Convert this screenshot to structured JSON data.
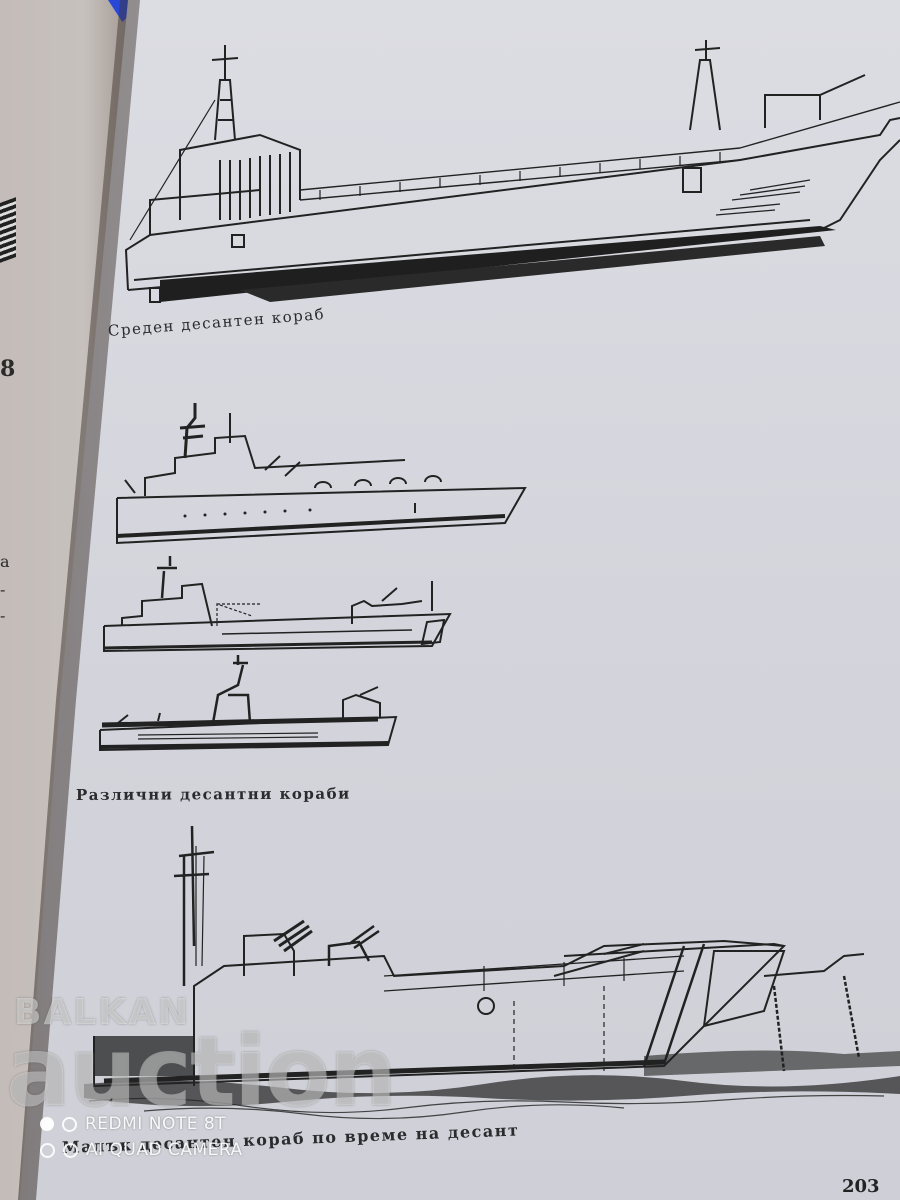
{
  "left_page": {
    "fragments": [
      "а",
      "-",
      "-",
      "8"
    ]
  },
  "right_page": {
    "figures": [
      {
        "id": "medium-landing-ship",
        "caption": "Среден десантен кораб"
      },
      {
        "id": "various-landing-ships",
        "caption": "Различни десантни кораби",
        "count": 3
      },
      {
        "id": "small-landing-ship",
        "caption": "Малък десантен кораб по време на  десант"
      }
    ],
    "page_number": "203"
  },
  "overlays": {
    "watermark_brand": "BALKAN",
    "watermark_big": "auction",
    "camera_line1": "REDMI NOTE 8T",
    "camera_line2": "AI QUAD CAMERA"
  },
  "colors": {
    "paper": "#d6d7de",
    "ink": "#2b2b2e",
    "left_page": "#c3bcb8"
  }
}
